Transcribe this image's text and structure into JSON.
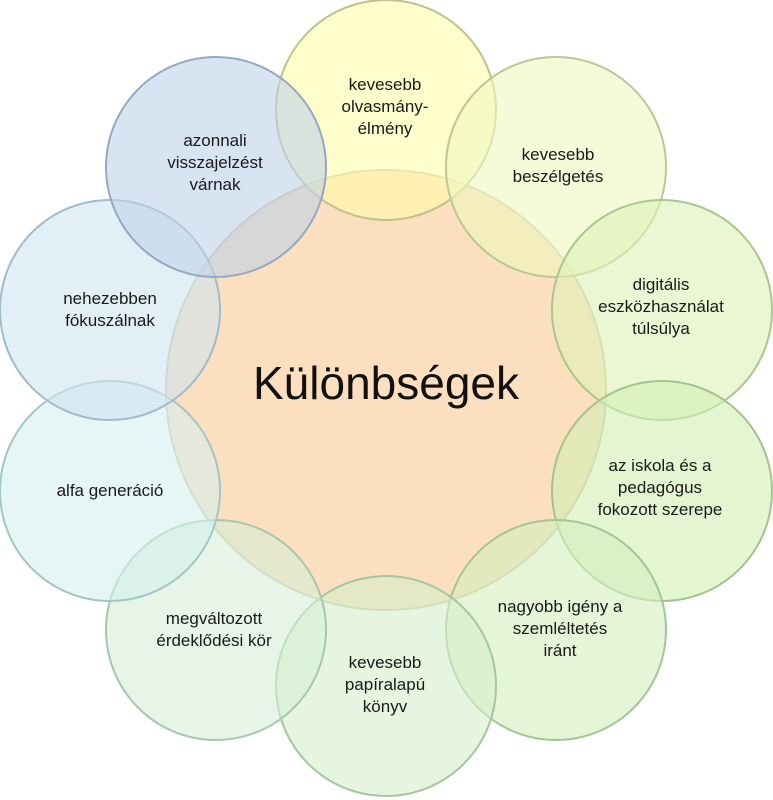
{
  "center": {
    "label": "Különbségek",
    "fill": "#fbd9b4",
    "stroke": "#c7c9a6"
  },
  "satellites": [
    {
      "label": "kevesebb\nolvasmány-\nélmény",
      "fill": "#fdfbaa",
      "stroke": "#bfc28a"
    },
    {
      "label": "kevesebb\nbeszélgetés",
      "fill": "#eef8c0",
      "stroke": "#b9c895"
    },
    {
      "label": "digitális\neszközhasználat\ntúlsúlya",
      "fill": "#ddf2b8",
      "stroke": "#a9c68e"
    },
    {
      "label": "az iskola és a\npedagógus\nfokozott szerepe",
      "fill": "#d2eeb4",
      "stroke": "#a2c48c"
    },
    {
      "label": "nagyobb igény a\nszemléltetés\niránt",
      "fill": "#d3efbe",
      "stroke": "#a2c696"
    },
    {
      "label": "kevesebb\npapíralapú\nkönyv",
      "fill": "#d5efca",
      "stroke": "#a4c6a0"
    },
    {
      "label": "megváltozott\nérdeklődési kör",
      "fill": "#d6efd7",
      "stroke": "#a6c6ae"
    },
    {
      "label": "alfa generáció",
      "fill": "#d3f0ef",
      "stroke": "#a2c6c4"
    },
    {
      "label": "nehezebben\nfókuszálnak",
      "fill": "#cfe5f0",
      "stroke": "#9fbccb"
    },
    {
      "label": "azonnali\nvisszajelzést\nvárnak",
      "fill": "#c0d2ea",
      "stroke": "#94a8c2"
    }
  ]
}
